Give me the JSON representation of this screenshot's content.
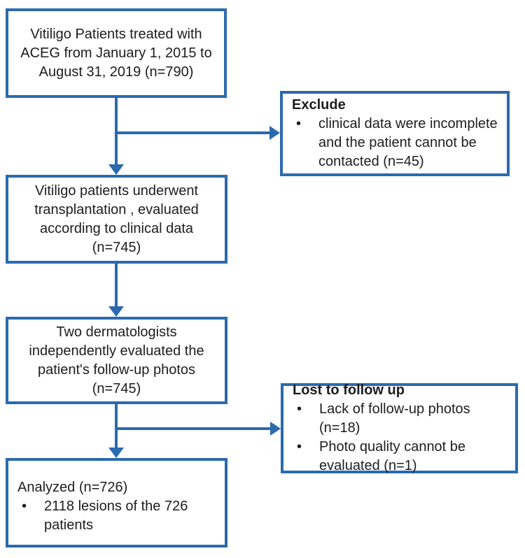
{
  "flowchart": {
    "accent_color": "#2B6AAF",
    "bullet_char": "•",
    "node_enrollment": {
      "text": "Vitiligo Patients treated with ACEG from January 1, 2015 to August 31, 2019 (n=790)"
    },
    "node_exclude": {
      "title": "Exclude",
      "bullets": [
        "clinical data were incomplete and the patient cannot be contacted (n=45)"
      ]
    },
    "node_transplantation": {
      "text": "Vitiligo patients underwent transplantation , evaluated according to clinical data (n=745)"
    },
    "node_dermatologists": {
      "text": "Two dermatologists independently evaluated the patient's follow-up photos (n=745)"
    },
    "node_lost_to_follow_up": {
      "title": "Lost to follow up",
      "bullets": [
        "Lack of follow-up photos (n=18)",
        "Photo quality cannot be evaluated (n=1)"
      ]
    },
    "node_analyzed": {
      "title": "Analyzed (n=726)",
      "bullets": [
        "2118 lesions of the 726 patients"
      ]
    }
  }
}
